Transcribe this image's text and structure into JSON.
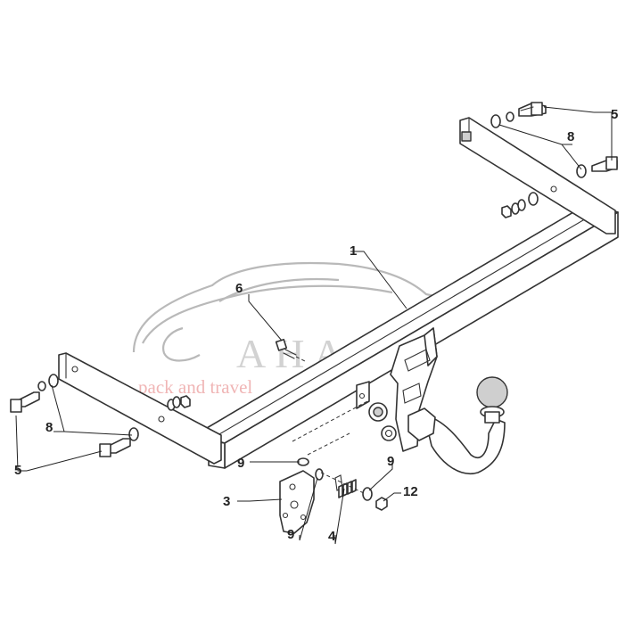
{
  "watermark": {
    "brand": "AHAKA",
    "tagline": "pack and travel"
  },
  "callouts": {
    "c1": "1",
    "c3": "3",
    "c4": "4",
    "c5_top": "5",
    "c5_left": "5",
    "c6": "6",
    "c8_top": "8",
    "c8_left": "8",
    "c9_upper_left": "9",
    "c9_lower_left": "9",
    "c9_right": "9",
    "c12": "12"
  },
  "colors": {
    "line": "#333333",
    "ball_fill": "#cfcfcf",
    "watermark_grey": "#c8c8c8",
    "watermark_pink": "#f0b5b5"
  }
}
